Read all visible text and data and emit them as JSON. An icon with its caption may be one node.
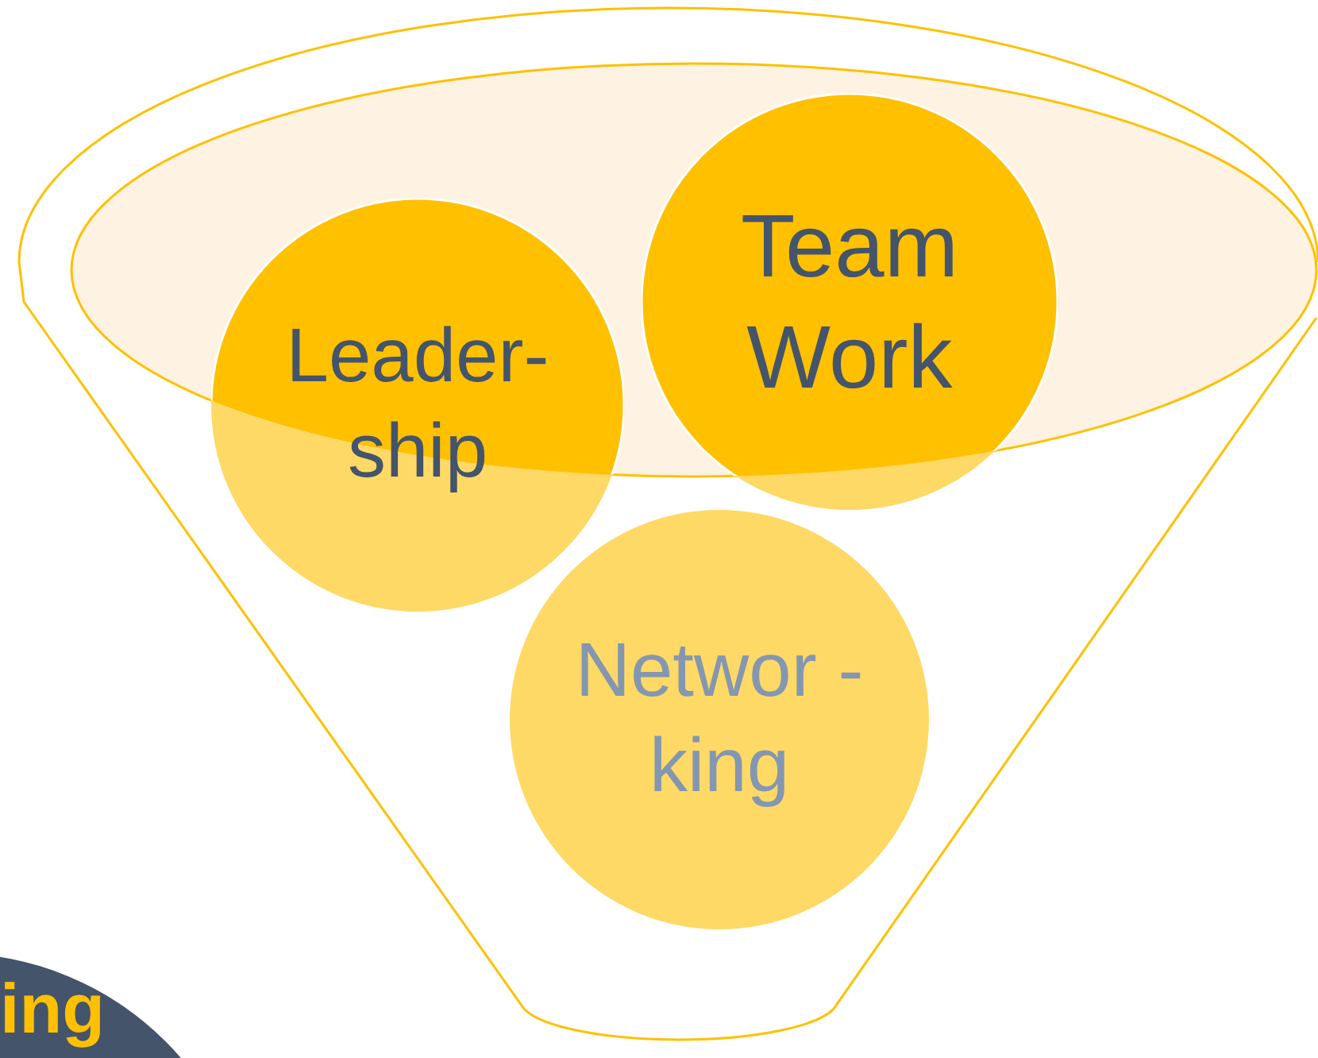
{
  "diagram": {
    "nodes": [
      {
        "text": [
          "Leader- ship"
        ]
      },
      {
        "text": [
          "Team Work"
        ]
      },
      {
        "text": [
          "Networ -king"
        ]
      },
      {
        "text": [
          "ing"
        ]
      }
    ]
  }
}
